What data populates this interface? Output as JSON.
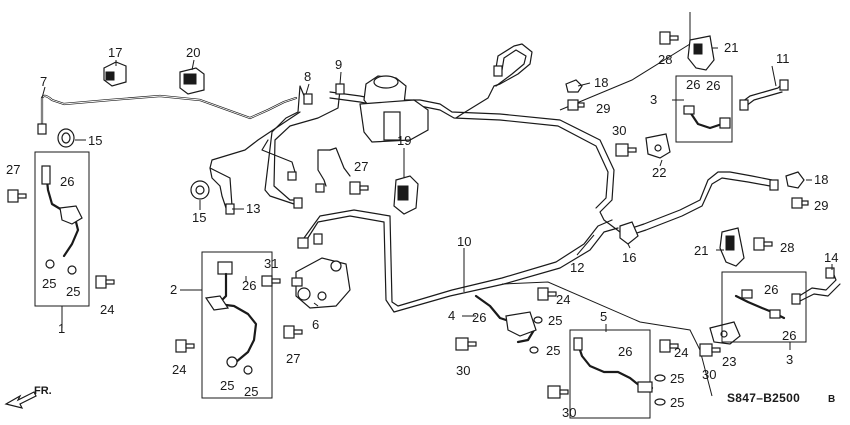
{
  "diagram": {
    "drawing_code": "S847–B2500",
    "drawing_code_suffix": "B",
    "direction_label": "FR.",
    "callouts": {
      "c1": "1",
      "c2": "2",
      "c3": "3",
      "c3b": "3",
      "c4": "4",
      "c5": "5",
      "c6": "6",
      "c7": "7",
      "c8": "8",
      "c9": "9",
      "c10": "10",
      "c11": "11",
      "c12": "12",
      "c13": "13",
      "c14": "14",
      "c15a": "15",
      "c15b": "15",
      "c16": "16",
      "c17": "17",
      "c18a": "18",
      "c18b": "18",
      "c19": "19",
      "c20": "20",
      "c21a": "21",
      "c21b": "21",
      "c22": "22",
      "c23": "23",
      "c24a": "24",
      "c24b": "24",
      "c24c": "24",
      "c24d": "24",
      "c25a": "25",
      "c25b": "25",
      "c25c": "25",
      "c25d": "25",
      "c25e": "25",
      "c25f": "25",
      "c25g": "25",
      "c25h": "25",
      "c26a": "26",
      "c26b": "26",
      "c26c": "26",
      "c26d": "26",
      "c26e": "26",
      "c26f": "26",
      "c26g": "26",
      "c26h": "26",
      "c27a": "27",
      "c27b": "27",
      "c27c": "27",
      "c28a": "28",
      "c28b": "28",
      "c29a": "29",
      "c29b": "29",
      "c30a": "30",
      "c30b": "30",
      "c30c": "30",
      "c30d": "30",
      "c31": "31"
    }
  }
}
